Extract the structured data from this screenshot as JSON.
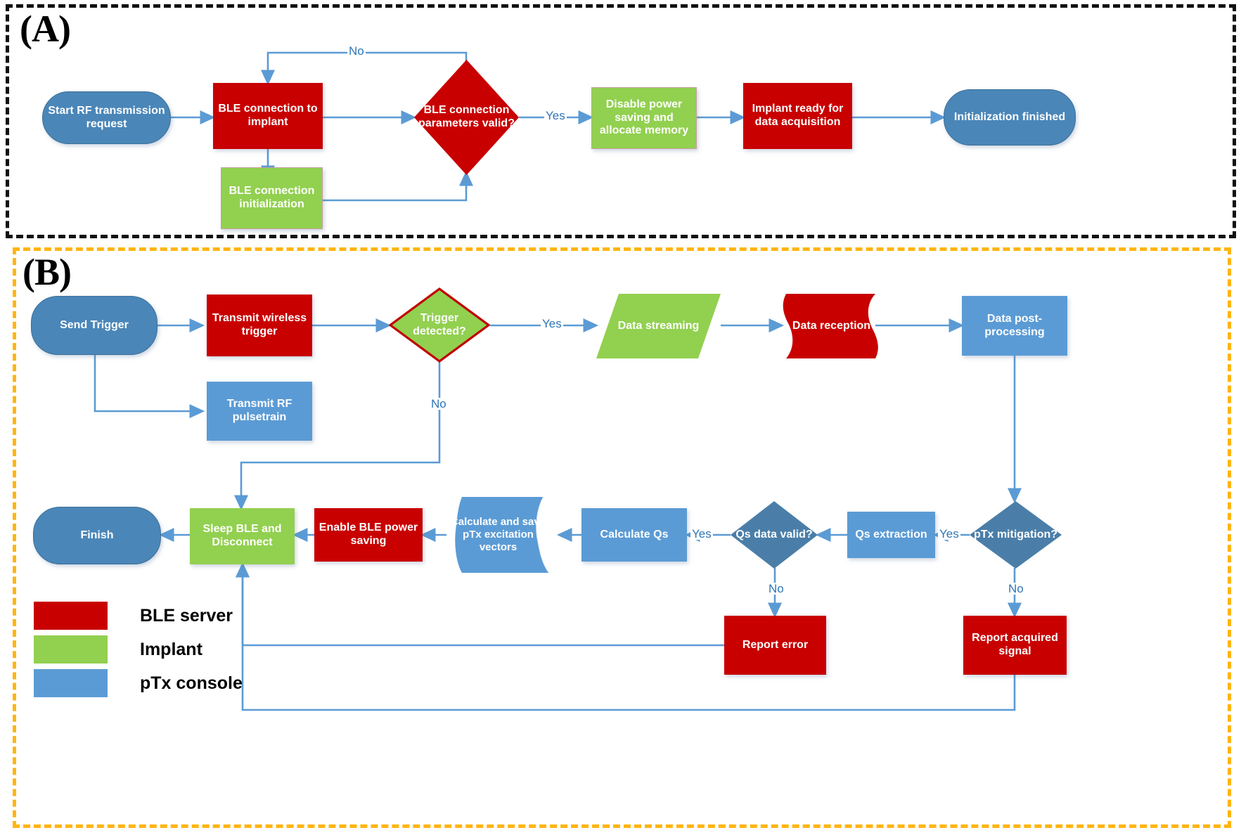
{
  "figure": {
    "panels": [
      {
        "id": "A",
        "label": "(A)",
        "border_color": "#111111"
      },
      {
        "id": "B",
        "label": "(B)",
        "border_color": "#FFB511"
      }
    ]
  },
  "colors": {
    "ble_server": "#C80000",
    "implant": "#92D050",
    "ptx_console": "#5B9BD5",
    "terminator": "#4A86B8",
    "decision_dark_blue": "#4A7EA8",
    "connector": "#5B9BD5",
    "edge_label_text": "#2E75B6",
    "panel_a_border": "#111111",
    "panel_b_border": "#FFB511"
  },
  "panel_a": {
    "label": "(A)",
    "nodes": {
      "start": "Start RF transmission request",
      "ble_connect": "BLE connection to implant",
      "ble_init": "BLE connection initialization",
      "decision": "BLE connection parameters valid?",
      "disable_power": "Disable power saving and allocate memory",
      "implant_ready": "Implant ready for data acquisition",
      "finished": "Initialization finished"
    },
    "edges": {
      "no": "No",
      "yes": "Yes"
    }
  },
  "panel_b": {
    "label": "(B)",
    "nodes": {
      "send_trigger": "Send Trigger",
      "transmit_wireless_trigger": "Transmit wireless trigger",
      "transmit_rf_pulsetrain": "Transmit RF pulsetrain",
      "trigger_detected": "Trigger detected?",
      "data_streaming": "Data streaming",
      "data_reception": "Data reception",
      "data_post_processing": "Data post-processing",
      "ptx_mitigation": "pTx mitigation?",
      "qs_extraction": "Qs extraction",
      "qs_data_valid": "Qs data valid?",
      "calculate_qs": "Calculate Qs",
      "calculate_save_ptx": "Calculate and save pTx excitation vectors",
      "enable_ble_power_saving": "Enable BLE power saving",
      "sleep_ble_disconnect": "Sleep BLE and Disconnect",
      "finish": "Finish",
      "report_error": "Report error",
      "report_acquired_signal": "Report acquired signal"
    },
    "edges": {
      "yes_trigger": "Yes",
      "no_trigger": "No",
      "yes_ptx": "Yes",
      "no_ptx": "No",
      "yes_qs": "Yes",
      "no_qs": "No"
    }
  },
  "legend": {
    "items": [
      {
        "color": "#C80000",
        "label": "BLE server"
      },
      {
        "color": "#92D050",
        "label": "Implant"
      },
      {
        "color": "#5B9BD5",
        "label": "pTx console"
      }
    ]
  }
}
